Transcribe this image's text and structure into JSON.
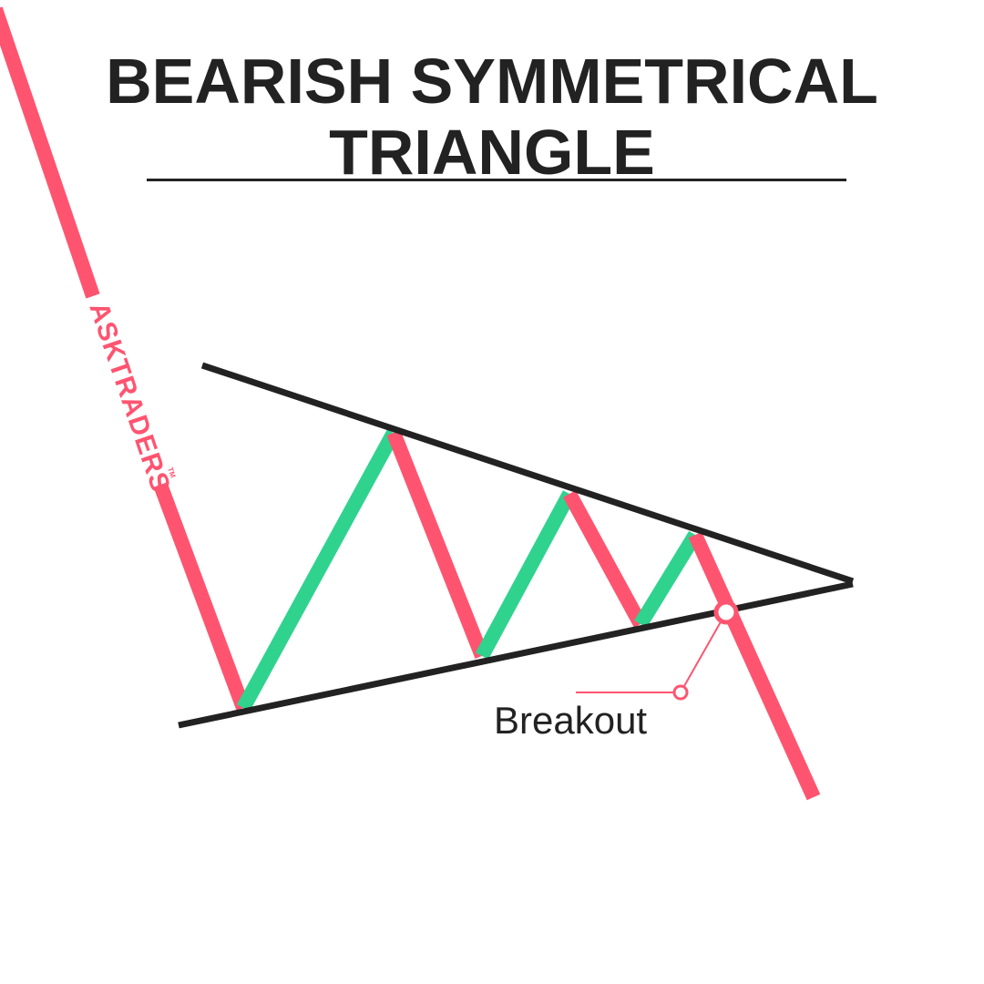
{
  "title": {
    "line1": "BEARISH SYMMETRICAL",
    "line2": "TRIANGLE"
  },
  "watermark": {
    "text": "ASKTRADERS",
    "trademark": "TM"
  },
  "annotation": {
    "label": "Breakout"
  },
  "colors": {
    "bearish": "#ff5470",
    "bullish": "#2fd38e",
    "trendline": "#222222",
    "text": "#222222",
    "background": "#ffffff"
  }
}
